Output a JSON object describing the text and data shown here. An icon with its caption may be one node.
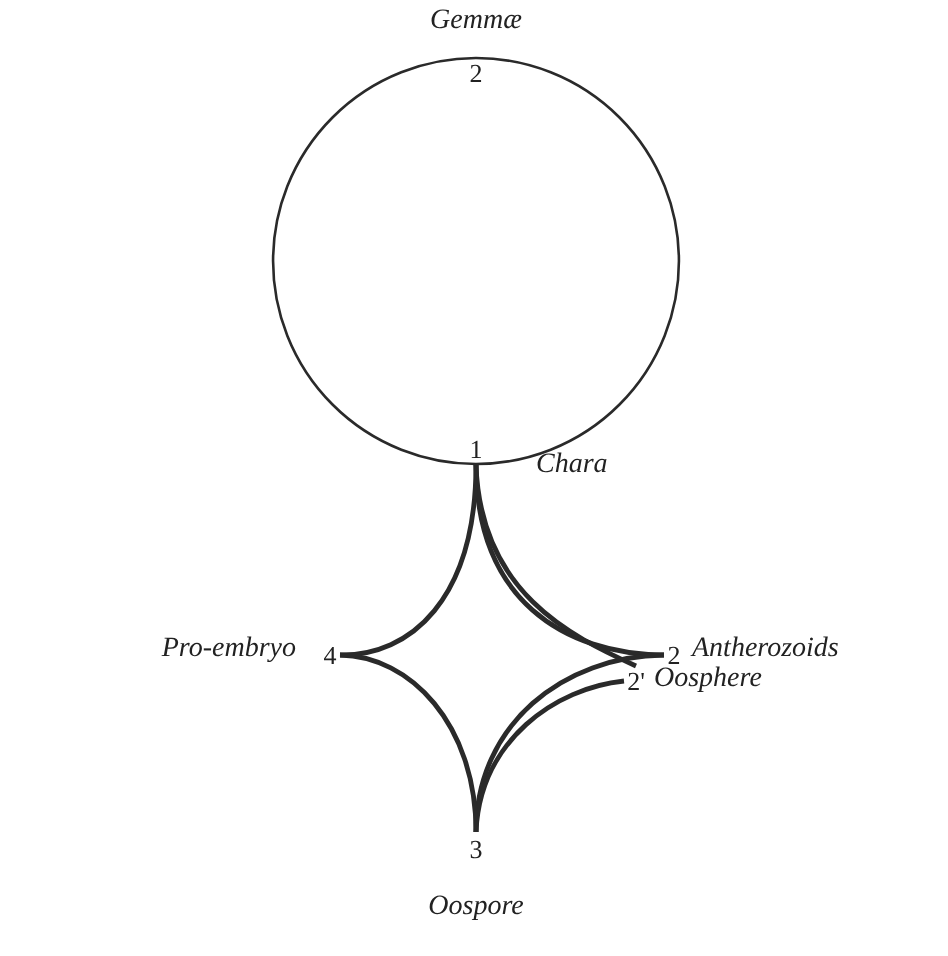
{
  "diagram": {
    "nodes": [
      {
        "text": [
          "2"
        ],
        "beside": [
          "Gemmæ"
        ]
      },
      {
        "text": [
          "1"
        ],
        "beside": [
          "Chara"
        ]
      },
      {
        "text": [
          "2"
        ],
        "beside": [
          "Antherozoids"
        ]
      },
      {
        "text": [
          "2'"
        ],
        "beside": [
          "Oosphere"
        ]
      },
      {
        "text": [
          "3"
        ],
        "beside": [
          "Oospore"
        ]
      },
      {
        "text": [
          "4"
        ],
        "beside": [
          "Pro-embryo"
        ]
      }
    ],
    "edges": [
      {
        "from": 1,
        "to": 0,
        "arrow": "none"
      },
      {
        "from": 0,
        "to": 1,
        "arrow": "none"
      },
      {
        "from": 1,
        "to": 2,
        "arrow": "none"
      },
      {
        "from": 1,
        "to": 3,
        "arrow": "none"
      },
      {
        "from": 2,
        "to": 4,
        "arrow": "none"
      },
      {
        "from": 3,
        "to": 4,
        "arrow": "none"
      },
      {
        "from": 4,
        "to": 5,
        "arrow": "none"
      },
      {
        "from": 5,
        "to": 1,
        "arrow": "none"
      }
    ]
  }
}
